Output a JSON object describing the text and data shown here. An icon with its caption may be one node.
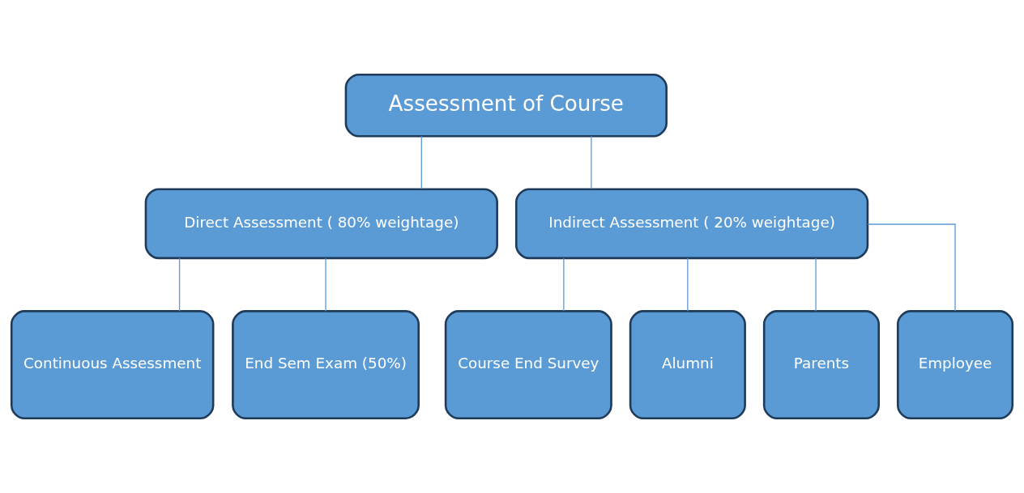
{
  "diagram": {
    "nodes": [
      {
        "text": [
          "Assessment of Course"
        ]
      },
      {
        "text": [
          "Direct Assessment ( 80% weightage)"
        ]
      },
      {
        "text": [
          "Indirect Assessment ( 20% weightage)"
        ]
      },
      {
        "text": [
          "Continuous Assessment"
        ]
      },
      {
        "text": [
          "End Sem Exam (50%)"
        ]
      },
      {
        "text": [
          "Course End Survey"
        ]
      },
      {
        "text": [
          "Alumni"
        ]
      },
      {
        "text": [
          "Parents"
        ]
      },
      {
        "text": [
          "Employee"
        ]
      }
    ],
    "edges": [
      {
        "from": 0,
        "to": 1,
        "arrow": "none"
      },
      {
        "from": 0,
        "to": 2,
        "arrow": "none"
      },
      {
        "from": 1,
        "to": 3,
        "arrow": "none"
      },
      {
        "from": 1,
        "to": 4,
        "arrow": "none"
      },
      {
        "from": 2,
        "to": 5,
        "arrow": "none"
      },
      {
        "from": 2,
        "to": 6,
        "arrow": "none"
      },
      {
        "from": 2,
        "to": 7,
        "arrow": "none"
      },
      {
        "from": 2,
        "to": 8,
        "arrow": "none"
      }
    ]
  }
}
